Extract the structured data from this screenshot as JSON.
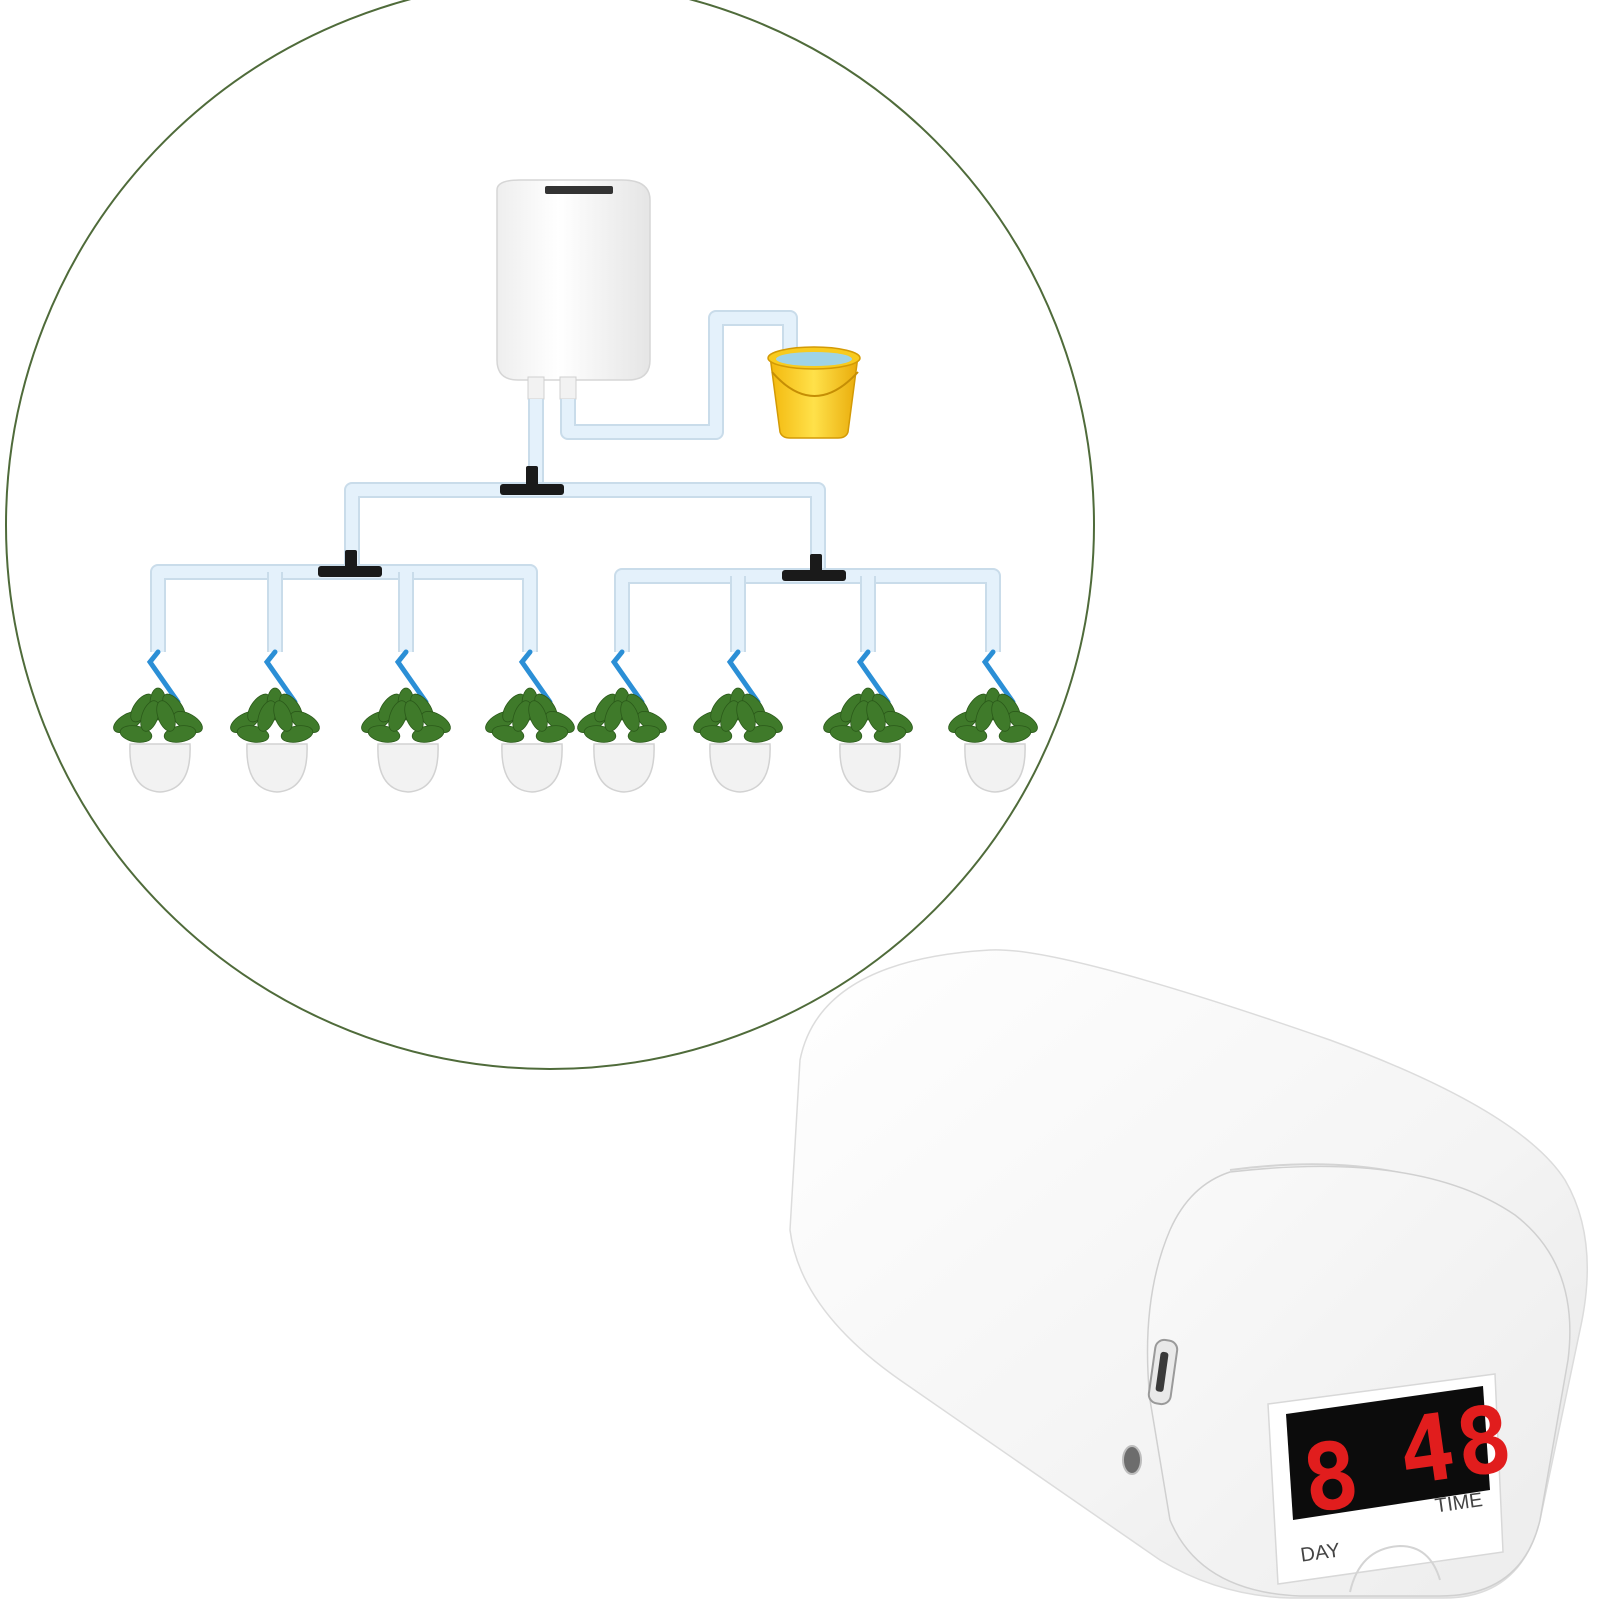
{
  "diagram": {
    "pot_count": 8,
    "colors": {
      "circle_border": "#4f6b3a",
      "tube": "#e4f1fb",
      "tube_edge": "#c9dcea",
      "connector": "#1a1a1a",
      "dripper": "#2b8fd6",
      "bucket": "#f7c41a",
      "water": "#9fd3e6",
      "leaf": "#3f7a2a",
      "pot": "#f2f2f2"
    }
  },
  "device": {
    "display": {
      "day_value": "8",
      "time_value": "48",
      "day_label": "DAY",
      "time_label": "TIME"
    },
    "colors": {
      "body": "#f5f5f5",
      "digits": "#e11d1d",
      "screen": "#0c0c0c"
    }
  }
}
